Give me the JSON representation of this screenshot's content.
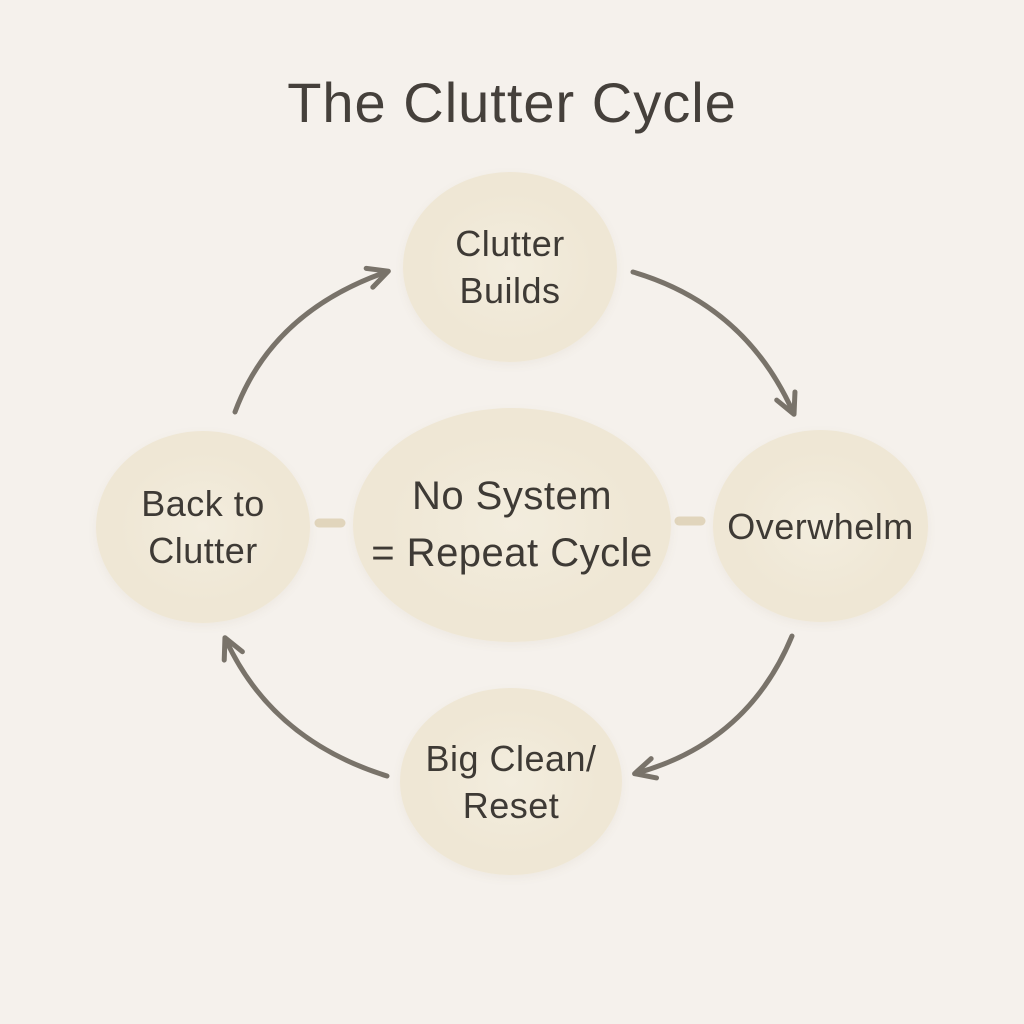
{
  "title": "The Clutter Cycle",
  "colors": {
    "background": "#f5f1ec",
    "node_fill": "#efe7d5",
    "node_fill_light": "#f3edde",
    "text": "#45403b",
    "arrow": "#79736a",
    "connector_dash": "#e1d5bc"
  },
  "diagram": {
    "center": {
      "id": "no-system",
      "lines": [
        "No System",
        "= Repeat Cycle"
      ]
    },
    "nodes": [
      {
        "id": "clutter-builds",
        "position": "top",
        "lines": [
          "Clutter",
          "Builds"
        ]
      },
      {
        "id": "overwhelm",
        "position": "right",
        "lines": [
          "Overwhelm"
        ]
      },
      {
        "id": "big-clean-reset",
        "position": "bottom",
        "lines": [
          "Big Clean/",
          "Reset"
        ]
      },
      {
        "id": "back-to-clutter",
        "position": "left",
        "lines": [
          "Back to",
          "Clutter"
        ]
      }
    ],
    "arrows": [
      {
        "from": "back-to-clutter",
        "to": "clutter-builds",
        "direction": "clockwise"
      },
      {
        "from": "clutter-builds",
        "to": "overwhelm",
        "direction": "clockwise"
      },
      {
        "from": "overwhelm",
        "to": "big-clean-reset",
        "direction": "clockwise"
      },
      {
        "from": "big-clean-reset",
        "to": "back-to-clutter",
        "direction": "clockwise"
      }
    ],
    "connectors": [
      {
        "between": [
          "back-to-clutter",
          "no-system"
        ],
        "style": "short-dash"
      },
      {
        "between": [
          "no-system",
          "overwhelm"
        ],
        "style": "short-dash"
      }
    ]
  }
}
